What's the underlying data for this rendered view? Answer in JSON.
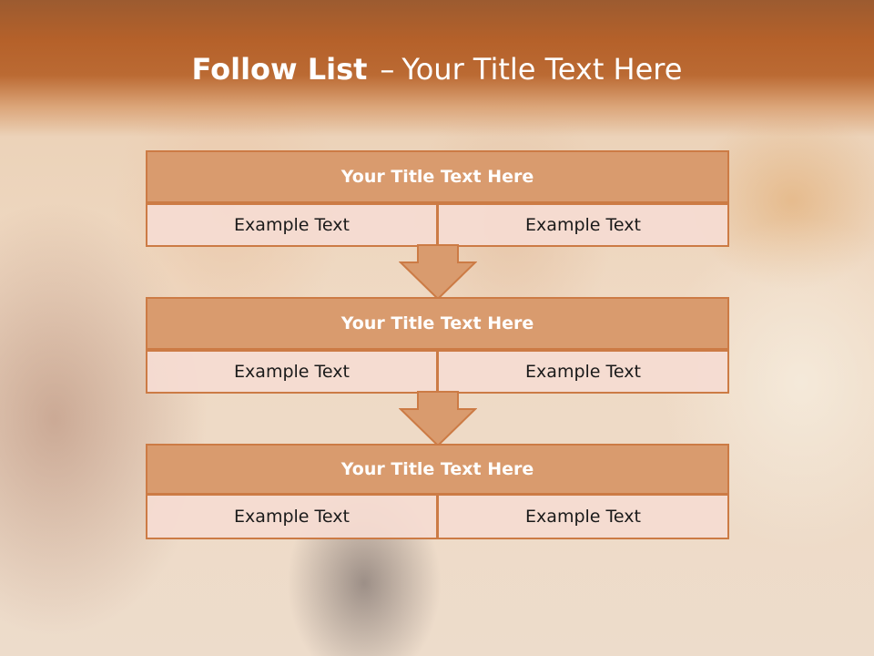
{
  "slide": {
    "title_strong": "Follow List",
    "title_dash": "–",
    "title_rest": "Your Title Text Here"
  },
  "blocks": [
    {
      "title": "Your Title Text Here",
      "left": "Example Text",
      "right": "Example Text"
    },
    {
      "title": "Your Title Text Here",
      "left": "Example Text",
      "right": "Example Text"
    },
    {
      "title": "Your Title Text Here",
      "left": "Example Text",
      "right": "Example Text"
    }
  ],
  "colors": {
    "header": "#b5612a",
    "box_fill": "#d99b6e",
    "box_border": "#cc7b45",
    "cell_fill": "#f5dcd2"
  },
  "icons": [
    "down-arrow-icon",
    "down-arrow-icon"
  ]
}
